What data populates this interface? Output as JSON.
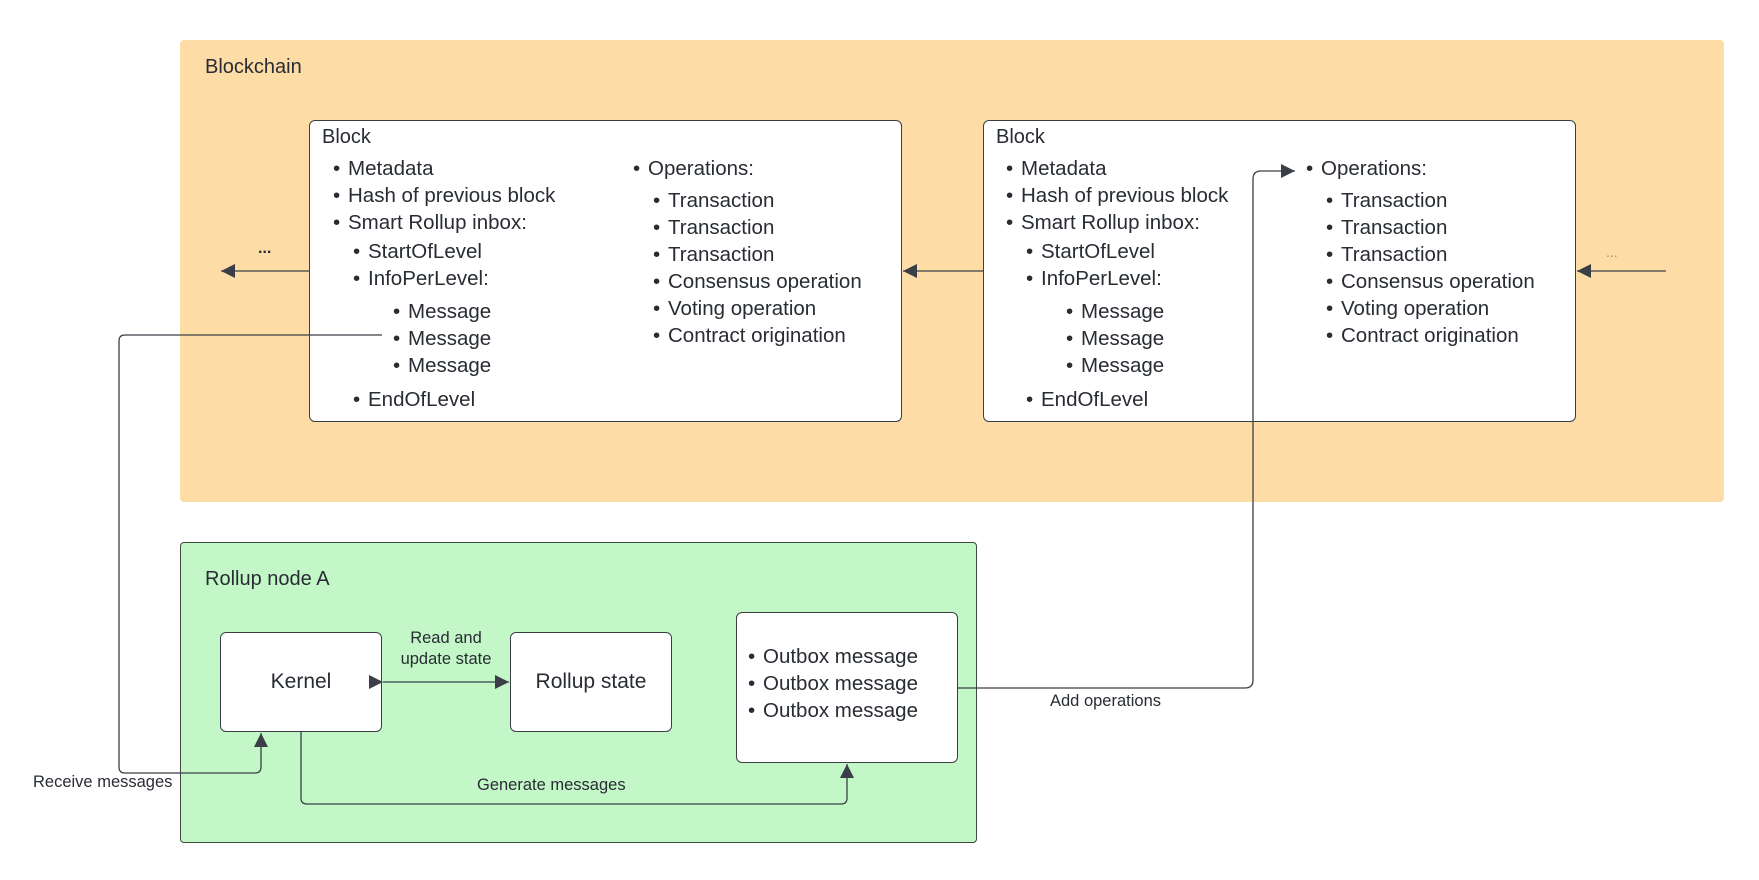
{
  "blockchain": {
    "title": "Blockchain",
    "left_ellipsis": "...",
    "right_ellipsis": "...",
    "blocks": [
      {
        "title": "Block",
        "header_items": [
          "Metadata",
          "Hash of previous block",
          "Smart Rollup inbox:"
        ],
        "inbox_items": [
          "StartOfLevel",
          "InfoPerLevel:"
        ],
        "messages": [
          "Message",
          "Message",
          "Message"
        ],
        "end_item": "EndOfLevel",
        "operations_label": "Operations:",
        "operations": [
          "Transaction",
          "Transaction",
          "Transaction",
          "Consensus operation",
          "Voting operation",
          "Contract origination"
        ]
      },
      {
        "title": "Block",
        "header_items": [
          "Metadata",
          "Hash of previous block",
          "Smart Rollup inbox:"
        ],
        "inbox_items": [
          "StartOfLevel",
          "InfoPerLevel:"
        ],
        "messages": [
          "Message",
          "Message",
          "Message"
        ],
        "end_item": "EndOfLevel",
        "operations_label": "Operations:",
        "operations": [
          "Transaction",
          "Transaction",
          "Transaction",
          "Consensus operation",
          "Voting operation",
          "Contract origination"
        ]
      }
    ]
  },
  "rollup_node": {
    "title": "Rollup node A",
    "kernel_label": "Kernel",
    "state_label": "Rollup state",
    "outbox_messages": [
      "Outbox message",
      "Outbox message",
      "Outbox message"
    ]
  },
  "edge_labels": {
    "read_update_line1": "Read and",
    "read_update_line2": "update state",
    "receive_messages": "Receive messages",
    "generate_messages": "Generate messages",
    "add_operations": "Add operations"
  },
  "colors": {
    "blockchain_bg": "#fedca6",
    "rollup_bg": "#c3f7c8",
    "line": "#3a3f47"
  }
}
